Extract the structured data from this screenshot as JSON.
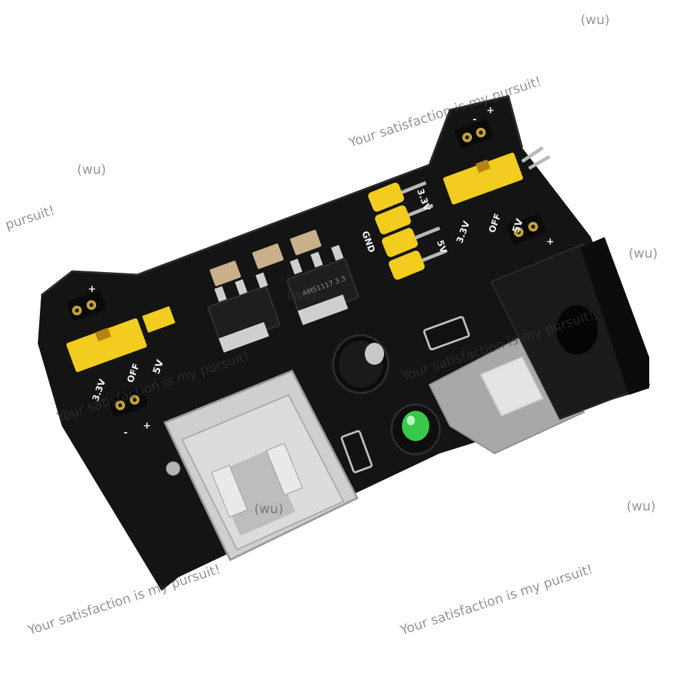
{
  "board": {
    "labels": {
      "v5": "5V",
      "off": "OFF",
      "v33": "3.3V",
      "gnd": "GND",
      "plus": "+",
      "minus": "-"
    },
    "regulator_marking": "AMS1117 3.3",
    "led_color": "#39c94a",
    "pcb_color": "#141414",
    "jumper_color": "#f2cc1e"
  },
  "watermark": {
    "slogan": "Your satisfaction is my pursuit!",
    "slogan_fragment": "pursuit!",
    "tag": "(wu)"
  }
}
